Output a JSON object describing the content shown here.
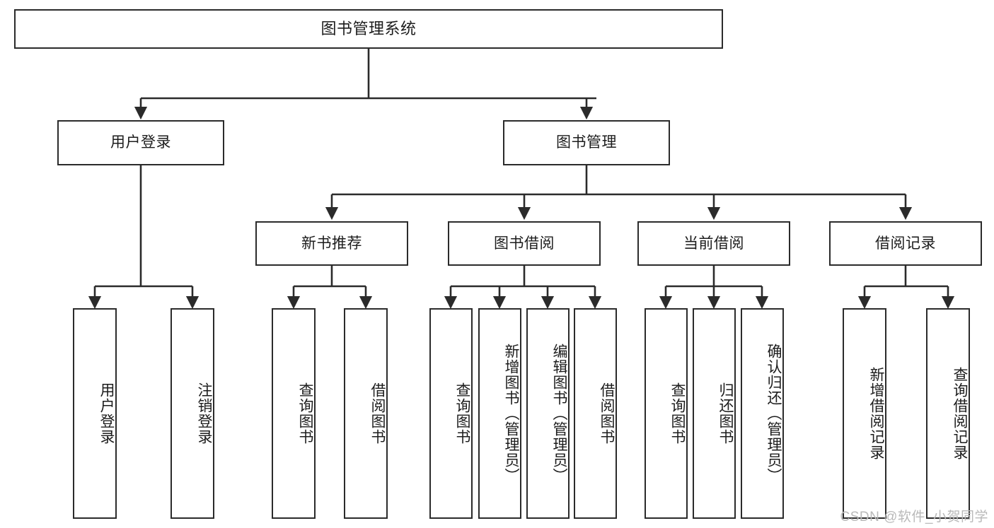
{
  "diagram": {
    "title": "图书管理系统",
    "type": "tree-structure-chart",
    "watermark": "CSDN @软件_小贺同学",
    "colors": {
      "box_border": "#2b2b2b",
      "box_fill": "#ffffff",
      "connector": "#2b2b2b",
      "text": "#1c1c1c",
      "watermark": "#b9b9b9"
    },
    "nodes": {
      "root": "图书管理系统",
      "level2": [
        {
          "id": "user-login",
          "label": "用户登录"
        },
        {
          "id": "book-manage",
          "label": "图书管理"
        }
      ],
      "level3": [
        {
          "id": "new-book-rec",
          "label": "新书推荐"
        },
        {
          "id": "book-borrow",
          "label": "图书借阅"
        },
        {
          "id": "current-borrow",
          "label": "当前借阅"
        },
        {
          "id": "borrow-record",
          "label": "借阅记录"
        }
      ],
      "leaves": {
        "user_login": [
          {
            "id": "leaf-user-login",
            "label": "用户登录"
          },
          {
            "id": "leaf-logout",
            "label": "注销登录"
          }
        ],
        "new_book_rec": [
          {
            "id": "leaf-query-book-1",
            "label": "查询图书"
          },
          {
            "id": "leaf-borrow-book-1",
            "label": "借阅图书"
          }
        ],
        "book_borrow": [
          {
            "id": "leaf-query-book-2",
            "label": "查询图书"
          },
          {
            "id": "leaf-add-book",
            "label": "新增图书（管理员）"
          },
          {
            "id": "leaf-edit-book",
            "label": "编辑图书（管理员）"
          },
          {
            "id": "leaf-borrow-book-2",
            "label": "借阅图书"
          }
        ],
        "current_borrow": [
          {
            "id": "leaf-query-book-3",
            "label": "查询图书"
          },
          {
            "id": "leaf-return-book",
            "label": "归还图书"
          },
          {
            "id": "leaf-confirm-return",
            "label": "确认归还（管理员）"
          }
        ],
        "borrow_record": [
          {
            "id": "leaf-add-record",
            "label": "新增借阅记录"
          },
          {
            "id": "leaf-query-record",
            "label": "查询借阅记录"
          }
        ]
      }
    }
  }
}
